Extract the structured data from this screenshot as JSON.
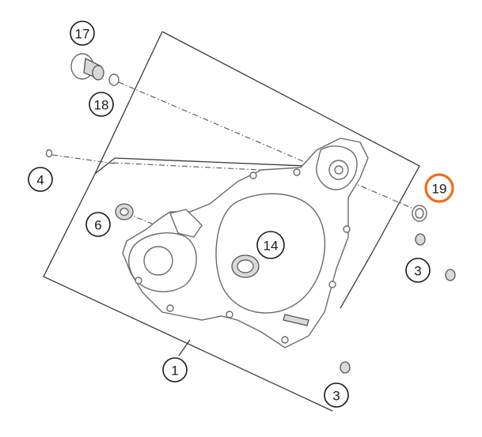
{
  "diagram": {
    "callouts": [
      {
        "id": "17",
        "label": "17",
        "highlighted": false
      },
      {
        "id": "18",
        "label": "18",
        "highlighted": false
      },
      {
        "id": "4",
        "label": "4",
        "highlighted": false
      },
      {
        "id": "6",
        "label": "6",
        "highlighted": false
      },
      {
        "id": "14",
        "label": "14",
        "highlighted": false
      },
      {
        "id": "19",
        "label": "19",
        "highlighted": true
      },
      {
        "id": "3a",
        "label": "3",
        "highlighted": false
      },
      {
        "id": "1",
        "label": "1",
        "highlighted": false
      },
      {
        "id": "3b",
        "label": "3",
        "highlighted": false
      }
    ],
    "colors": {
      "highlight": "#e8701f",
      "line": "#3a3a3a",
      "part_stroke": "#6b6b6b",
      "background": "#ffffff"
    }
  }
}
